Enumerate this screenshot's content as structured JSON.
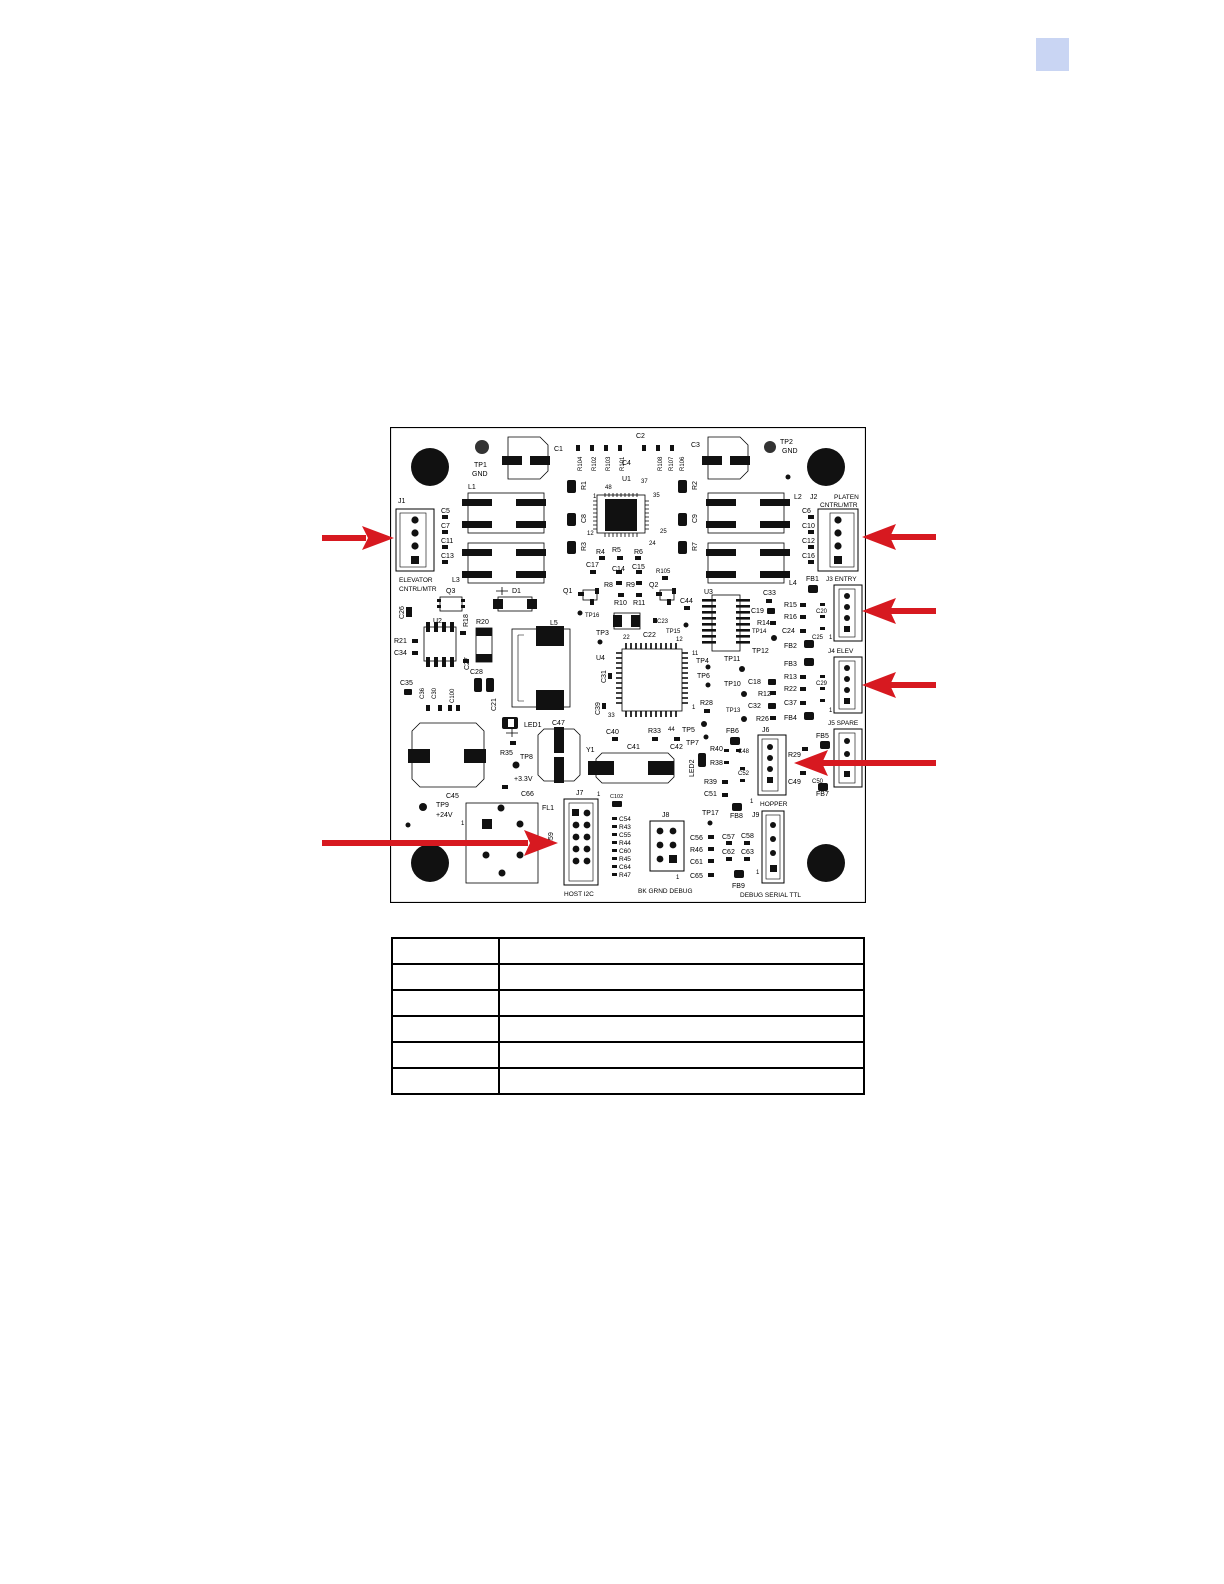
{
  "page": {
    "corner_tab_color": "#c9d5f3"
  },
  "figure": {
    "outline_color": "#000000",
    "arrow_color": "#d71920",
    "connectors": {
      "j1_ref": "J1",
      "j1_caption_1": "ELEVATOR",
      "j1_caption_2": "CNTRL/MTR",
      "j2_ref": "J2",
      "j2_caption_1": "PLATEN",
      "j2_caption_2": "CNTRL/MTR",
      "j3_label": "J3 ENTRY",
      "j4_label": "J4 ELEV",
      "j5_label": "J5 SPARE",
      "j6_ref": "J6",
      "j6_caption": "HOPPER",
      "j7_ref": "J7",
      "j7_caption": "HOST I2C",
      "j8_ref": "J8",
      "j8_caption": "BK GRND DEBUG",
      "j9_ref": "J9",
      "j9_caption": "DEBUG SERIAL TTL"
    },
    "testpoints": {
      "tp1": "TP1",
      "tp1_sub": "GND",
      "tp2": "TP2",
      "tp2_sub": "GND",
      "tp8_sub": "+3.3V",
      "tp9": "TP9",
      "tp9_sub": "+24V"
    },
    "components": {
      "u1": "U1",
      "u2": "U2",
      "u3": "U3",
      "u4": "U4",
      "l1": "L1",
      "l2": "L2",
      "l3": "L3",
      "l4": "L4",
      "l5": "L5",
      "c1": "C1",
      "c2": "C2",
      "c3": "C3",
      "c45": "C45",
      "c47": "C47",
      "d1": "D1",
      "q1": "Q1",
      "q2": "Q2",
      "q3": "Q3",
      "y1": "Y1",
      "fl1": "FL1",
      "led1": "LED1",
      "led2": "LED2",
      "r20": "R20",
      "tp3": "TP3",
      "tp4": "TP4",
      "tp5": "TP5",
      "tp6": "TP6",
      "tp7": "TP7",
      "tp8": "TP8",
      "tp10": "TP10",
      "tp11": "TP11",
      "tp12": "TP12",
      "tp13": "TP13",
      "tp14": "TP14",
      "tp15": "TP15",
      "tp16": "TP16",
      "tp17": "TP17",
      "fb1": "FB1",
      "fb2": "FB2",
      "fb3": "FB3",
      "fb4": "FB4",
      "fb5": "FB5",
      "fb6": "FB6",
      "fb7": "FB7",
      "fb8": "FB8",
      "fb9": "FB9",
      "r1": "R1",
      "r2": "R2",
      "r3": "R3",
      "r4": "R4",
      "r5": "R5",
      "r6": "R6",
      "r7": "R7",
      "r8": "R8",
      "r9": "R9",
      "r10": "R10",
      "r11": "R11",
      "r12": "R12",
      "r13": "R13",
      "r14": "R14",
      "r15": "R15",
      "r16": "R16",
      "r18": "R18",
      "r21": "R21",
      "r22": "R22",
      "r26": "R26",
      "r28": "R28",
      "r29": "R29",
      "r33": "R33",
      "r35": "R35",
      "r38": "R38",
      "r39": "R39",
      "r40": "R40",
      "r43": "R43",
      "r44": "R44",
      "r45": "R45",
      "r46": "R46",
      "r47": "R47",
      "r101": "R101",
      "r102": "R102",
      "r103": "R103",
      "r104": "R104",
      "r105": "R105",
      "r106": "R106",
      "r107": "R107",
      "r108": "R108",
      "c4": "C4",
      "c5": "C5",
      "c6": "C6",
      "c7": "C7",
      "c8": "C8",
      "c9": "C9",
      "c10": "C10",
      "c11": "C11",
      "c12": "C12",
      "c13": "C13",
      "c14": "C14",
      "c15": "C15",
      "c16": "C16",
      "c17": "C17",
      "c18": "C18",
      "c19": "C19",
      "c20": "C20",
      "c21": "C21",
      "c22": "C22",
      "c23": "C23",
      "c24": "C24",
      "c25": "C25",
      "c26": "C26",
      "c27": "C27",
      "c28": "C28",
      "c29": "C29",
      "c30": "C30",
      "c31": "C31",
      "c32": "C32",
      "c33": "C33",
      "c34": "C34",
      "c35": "C35",
      "c36": "C36",
      "c37": "C37",
      "c39": "C39",
      "c40": "C40",
      "c41": "C41",
      "c42": "C42",
      "c44": "C44",
      "c48": "C48",
      "c49": "C49",
      "c50": "C50",
      "c51": "C51",
      "c52": "C52",
      "c54": "C54",
      "c55": "C55",
      "c56": "C56",
      "c57": "C57",
      "c58": "C58",
      "c59": "C59",
      "c60": "C60",
      "c61": "C61",
      "c62": "C62",
      "c63": "C63",
      "c64": "C64",
      "c65": "C65",
      "c66": "C66",
      "c100": "C100",
      "c102": "C102",
      "pin_1": "1",
      "pin_12": "12",
      "pin_22": "22",
      "pin_24": "24",
      "pin_25": "25",
      "pin_33": "33",
      "pin_35": "35",
      "pin_37": "37",
      "pin_44": "44",
      "pin_48": "48",
      "pin_11": "11"
    }
  },
  "table": {
    "rows": [
      [
        "",
        ""
      ],
      [
        "",
        ""
      ],
      [
        "",
        ""
      ],
      [
        "",
        ""
      ],
      [
        "",
        ""
      ],
      [
        "",
        ""
      ]
    ]
  }
}
